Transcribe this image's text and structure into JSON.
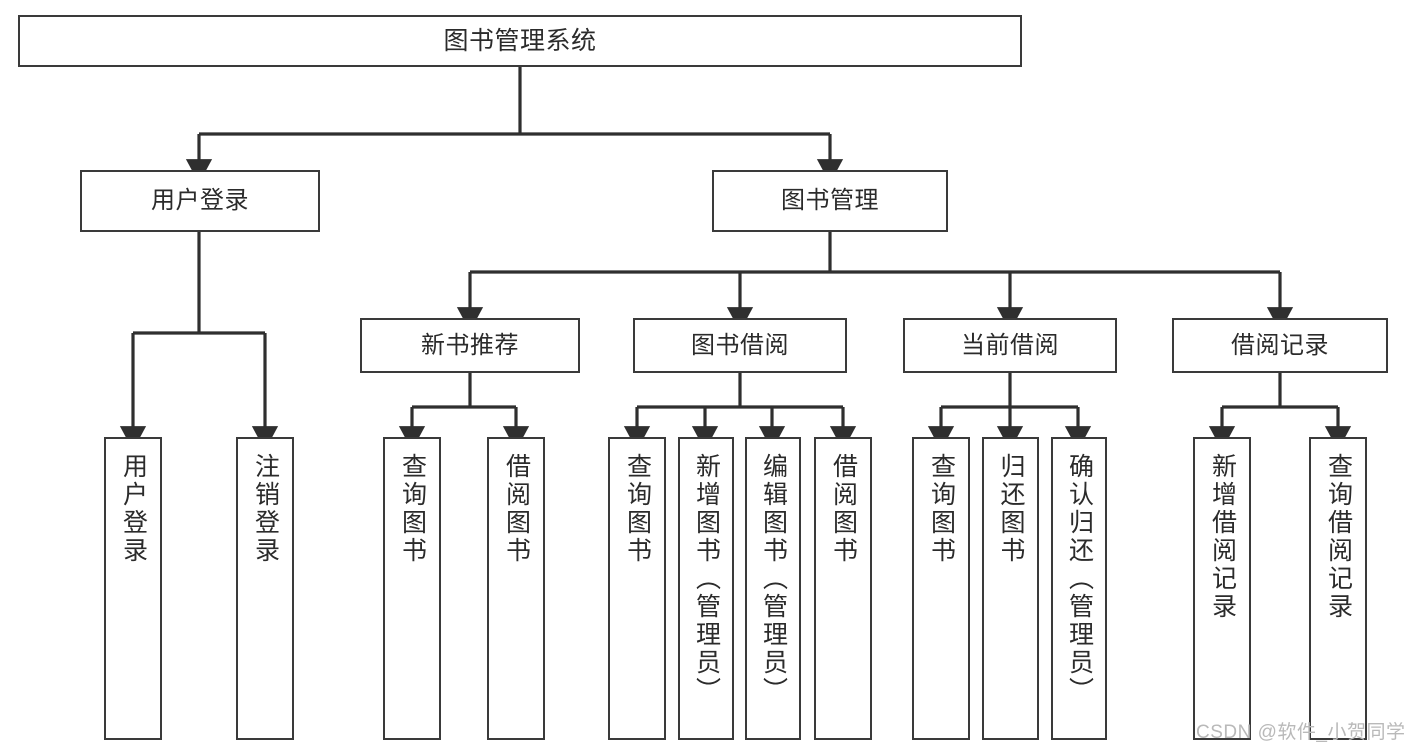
{
  "diagram": {
    "title": "图书管理系统",
    "type": "tree-hierarchy",
    "colors": {
      "node_border": "#3a3a3a",
      "node_fill": "#ffffff",
      "edge": "#2f2f2f",
      "text": "#2b2b2b",
      "watermark": "#b9b9b9",
      "background": "#ffffff"
    },
    "root": {
      "label": "图书管理系统"
    },
    "level1": [
      {
        "label": "用户登录"
      },
      {
        "label": "图书管理"
      }
    ],
    "level2": [
      {
        "label": "新书推荐"
      },
      {
        "label": "图书借阅"
      },
      {
        "label": "当前借阅"
      },
      {
        "label": "借阅记录"
      }
    ],
    "leaves": [
      {
        "label": "用户登录",
        "parent": "用户登录"
      },
      {
        "label": "注销登录",
        "parent": "用户登录"
      },
      {
        "label": "查询图书",
        "parent": "新书推荐"
      },
      {
        "label": "借阅图书",
        "parent": "新书推荐"
      },
      {
        "label": "查询图书",
        "parent": "图书借阅"
      },
      {
        "label": "新增图书（管理员）",
        "parent": "图书借阅"
      },
      {
        "label": "编辑图书（管理员）",
        "parent": "图书借阅"
      },
      {
        "label": "借阅图书",
        "parent": "图书借阅"
      },
      {
        "label": "查询图书",
        "parent": "当前借阅"
      },
      {
        "label": "归还图书",
        "parent": "当前借阅"
      },
      {
        "label": "确认归还（管理员）",
        "parent": "当前借阅"
      },
      {
        "label": "新增借阅记录",
        "parent": "借阅记录"
      },
      {
        "label": "查询借阅记录",
        "parent": "借阅记录"
      }
    ]
  },
  "watermark": {
    "text": "CSDN @软件_小贺同学"
  }
}
